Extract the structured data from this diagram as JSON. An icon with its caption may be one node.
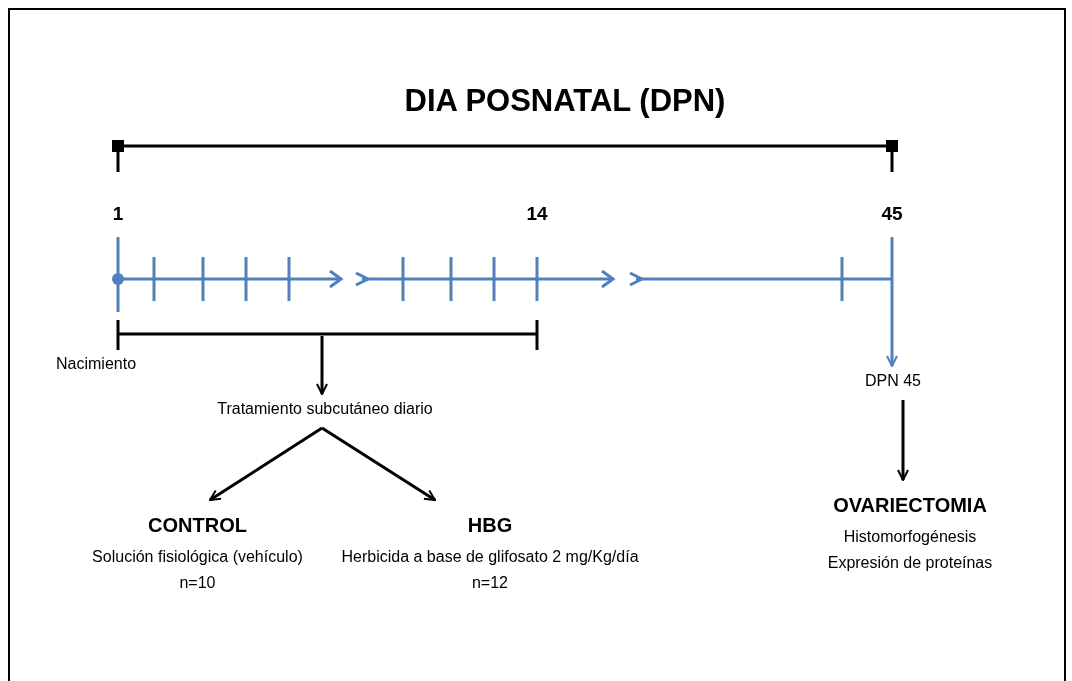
{
  "diagram": {
    "title": "DIA POSNATAL (DPN)",
    "nodes": [
      {
        "text": [
          "Tratamiento subcutáneo diario"
        ]
      },
      {
        "text": [
          "CONTROL",
          "Solución fisiológica (vehículo) n=10"
        ]
      },
      {
        "text": [
          "HBG",
          "Herbicida a base de glifosato 2 mg/Kg/día n=12"
        ]
      },
      {
        "text": [
          "DPN 45"
        ]
      },
      {
        "text": [
          "OVARIECTOMIA",
          "Histomorfogénesis",
          "Expresión de proteínas"
        ]
      }
    ],
    "edges": [
      {
        "from": null,
        "to": 0,
        "arrow": "to"
      },
      {
        "from": 0,
        "to": 1,
        "arrow": "to"
      },
      {
        "from": 0,
        "to": 2,
        "arrow": "to"
      },
      {
        "from": null,
        "to": 3,
        "arrow": "to",
        "color": "#4f81bd"
      },
      {
        "from": 3,
        "to": 4,
        "arrow": "to"
      }
    ],
    "labels": [
      "1",
      "14",
      "45",
      "Nacimiento"
    ]
  }
}
